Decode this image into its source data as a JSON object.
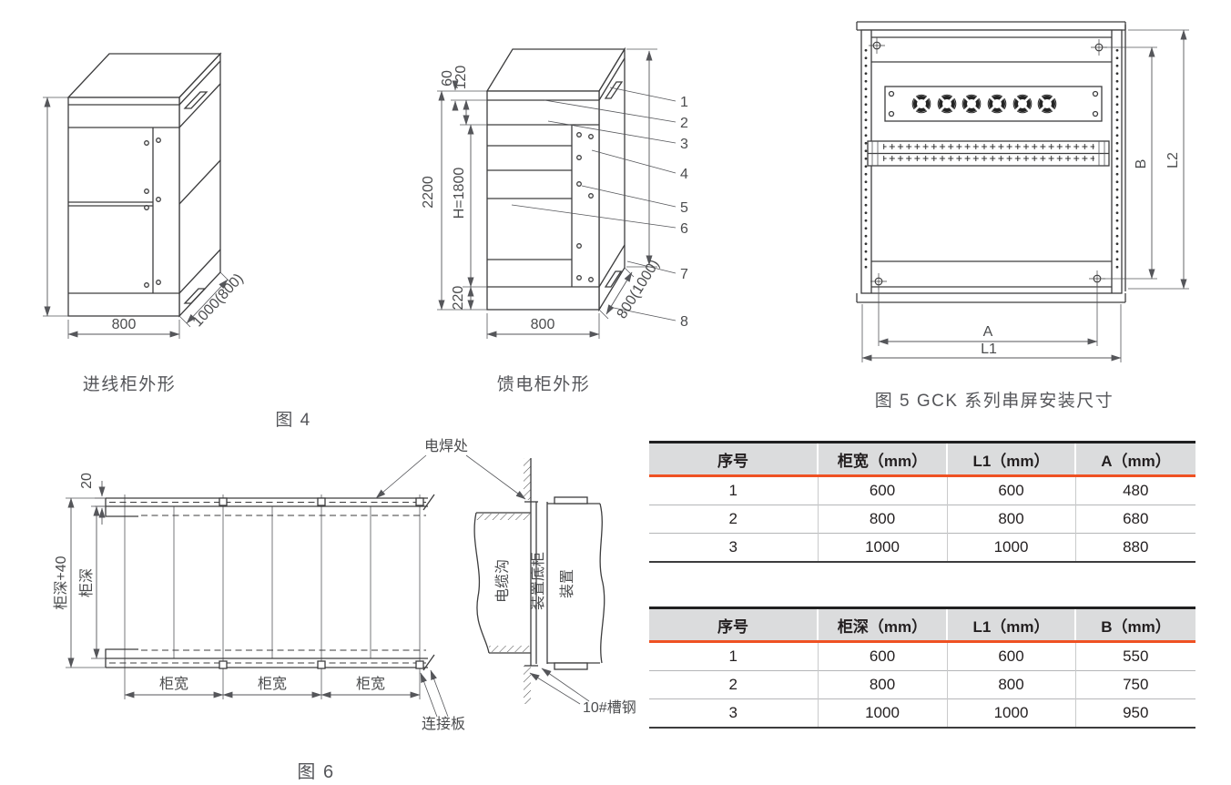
{
  "figure4": {
    "caption": "图 4",
    "incoming": {
      "caption": "进线柜外形",
      "width": "800",
      "depth": "1000(800)"
    },
    "feeder": {
      "caption": "馈电柜外形",
      "dim60": "60",
      "dim120": "120",
      "dim2200": "2200",
      "dimH": "H=1800",
      "dim220": "220",
      "width": "800",
      "depth": "800(1000)",
      "callouts": [
        "1",
        "2",
        "3",
        "4",
        "5",
        "6",
        "7",
        "8"
      ]
    }
  },
  "figure5": {
    "caption": "图 5 GCK 系列串屏安装尺寸",
    "dimA": "A",
    "dimL1": "L1",
    "dimB": "B",
    "dimL2": "L2"
  },
  "figure6": {
    "caption": "图 6",
    "dim20": "20",
    "depth_plus40": "柜深+40",
    "depth": "柜深",
    "width": "柜宽",
    "weld_label": "电焊处",
    "connector_label": "连接板",
    "trench_label": "电缆沟",
    "device_base_label": "装置底柜",
    "device_label": "装置",
    "channel_label": "10#槽钢"
  },
  "tables": [
    {
      "headers": [
        "序号",
        "柜宽（mm）",
        "L1（mm）",
        "A（mm）"
      ],
      "rows": [
        [
          "1",
          "600",
          "600",
          "480"
        ],
        [
          "2",
          "800",
          "800",
          "680"
        ],
        [
          "3",
          "1000",
          "1000",
          "880"
        ]
      ]
    },
    {
      "headers": [
        "序号",
        "柜深（mm）",
        "L1（mm）",
        "B（mm）"
      ],
      "rows": [
        [
          "1",
          "600",
          "600",
          "550"
        ],
        [
          "2",
          "800",
          "800",
          "750"
        ],
        [
          "3",
          "1000",
          "1000",
          "950"
        ]
      ]
    }
  ],
  "colors": {
    "accent_orange": "#ef5123",
    "table_header_bg": "#dbdcdd",
    "line": "#3d3d3e"
  }
}
